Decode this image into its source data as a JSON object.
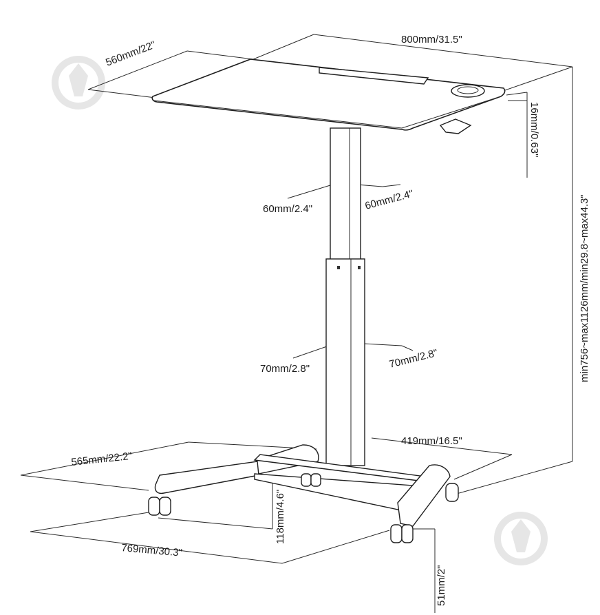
{
  "dimensions": {
    "top_depth": "560mm/22\"",
    "top_width": "800mm/31.5\"",
    "top_thickness": "16mm/0.63\"",
    "height_range": "min756~max1126mm/min29.8~max44.3\"",
    "upper_column_a": "60mm/2.4\"",
    "upper_column_b": "60mm/2.4\"",
    "lower_column_a": "70mm/2.8\"",
    "lower_column_b": "70mm/2.8\"",
    "base_width_back": "419mm/16.5\"",
    "base_depth_left": "565mm/22.2\"",
    "foot_height": "118mm/4.6\"",
    "base_length": "769mm/30.3\"",
    "caster_height": "51mm/2\""
  },
  "watermark": {
    "icon": "pen-nib-logo-icon"
  }
}
